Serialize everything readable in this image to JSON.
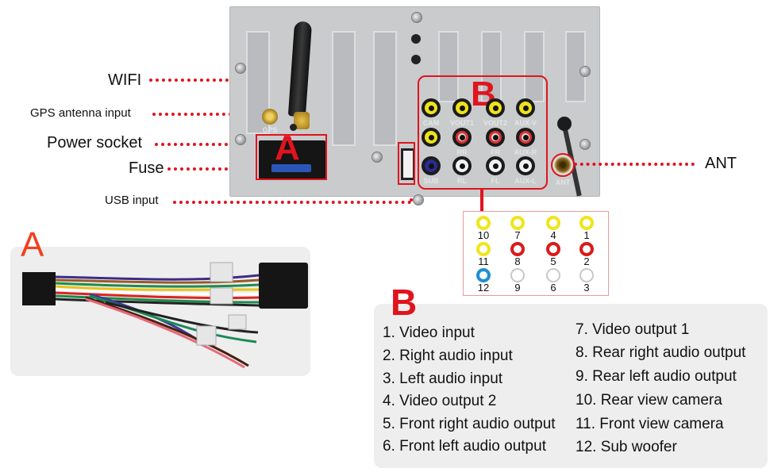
{
  "callouts": {
    "wifi": "WIFI",
    "gps": "GPS antenna input",
    "power": "Power socket",
    "fuse": "Fuse",
    "usb": "USB input",
    "ant": "ANT"
  },
  "section_labels": {
    "a_on_unit": "A",
    "b_on_unit": "B",
    "a_harness": "A",
    "b_panel": "B"
  },
  "chassis_port_labels": [
    "CAM",
    "VOUT1",
    "VOUT2",
    "AUX-V",
    "RR",
    "FR",
    "AUX-R",
    "SUB",
    "RL",
    "FL",
    "AUX-L",
    "ANT",
    "GPS"
  ],
  "jack_grid": {
    "rows": [
      [
        {
          "num": "10",
          "color": "yellow"
        },
        {
          "num": "7",
          "color": "yellow"
        },
        {
          "num": "4",
          "color": "yellow"
        },
        {
          "num": "1",
          "color": "yellow"
        }
      ],
      [
        {
          "num": "11",
          "color": "yellow"
        },
        {
          "num": "8",
          "color": "red"
        },
        {
          "num": "5",
          "color": "red"
        },
        {
          "num": "2",
          "color": "red"
        }
      ],
      [
        {
          "num": "12",
          "color": "blue"
        },
        {
          "num": "9",
          "color": "white"
        },
        {
          "num": "6",
          "color": "white"
        },
        {
          "num": "3",
          "color": "white"
        }
      ]
    ]
  },
  "colors": {
    "accent_red": "#e0141e",
    "harness_letter": "#f2401c",
    "jack_yellow": "#f0e51a",
    "jack_red": "#d81b1b",
    "jack_blue": "#1f8fd6",
    "jack_white": "#c8c8c8"
  },
  "descriptions": {
    "left": [
      "1. Video input",
      "2. Right audio input",
      "3. Left audio input",
      "4. Video output 2",
      "5. Front right audio output",
      "6. Front left audio output"
    ],
    "right": [
      "7. Video output 1",
      "8. Rear right audio output",
      "9. Rear left audio output",
      "10. Rear view camera",
      "11. Front view camera",
      "12. Sub woofer"
    ]
  }
}
